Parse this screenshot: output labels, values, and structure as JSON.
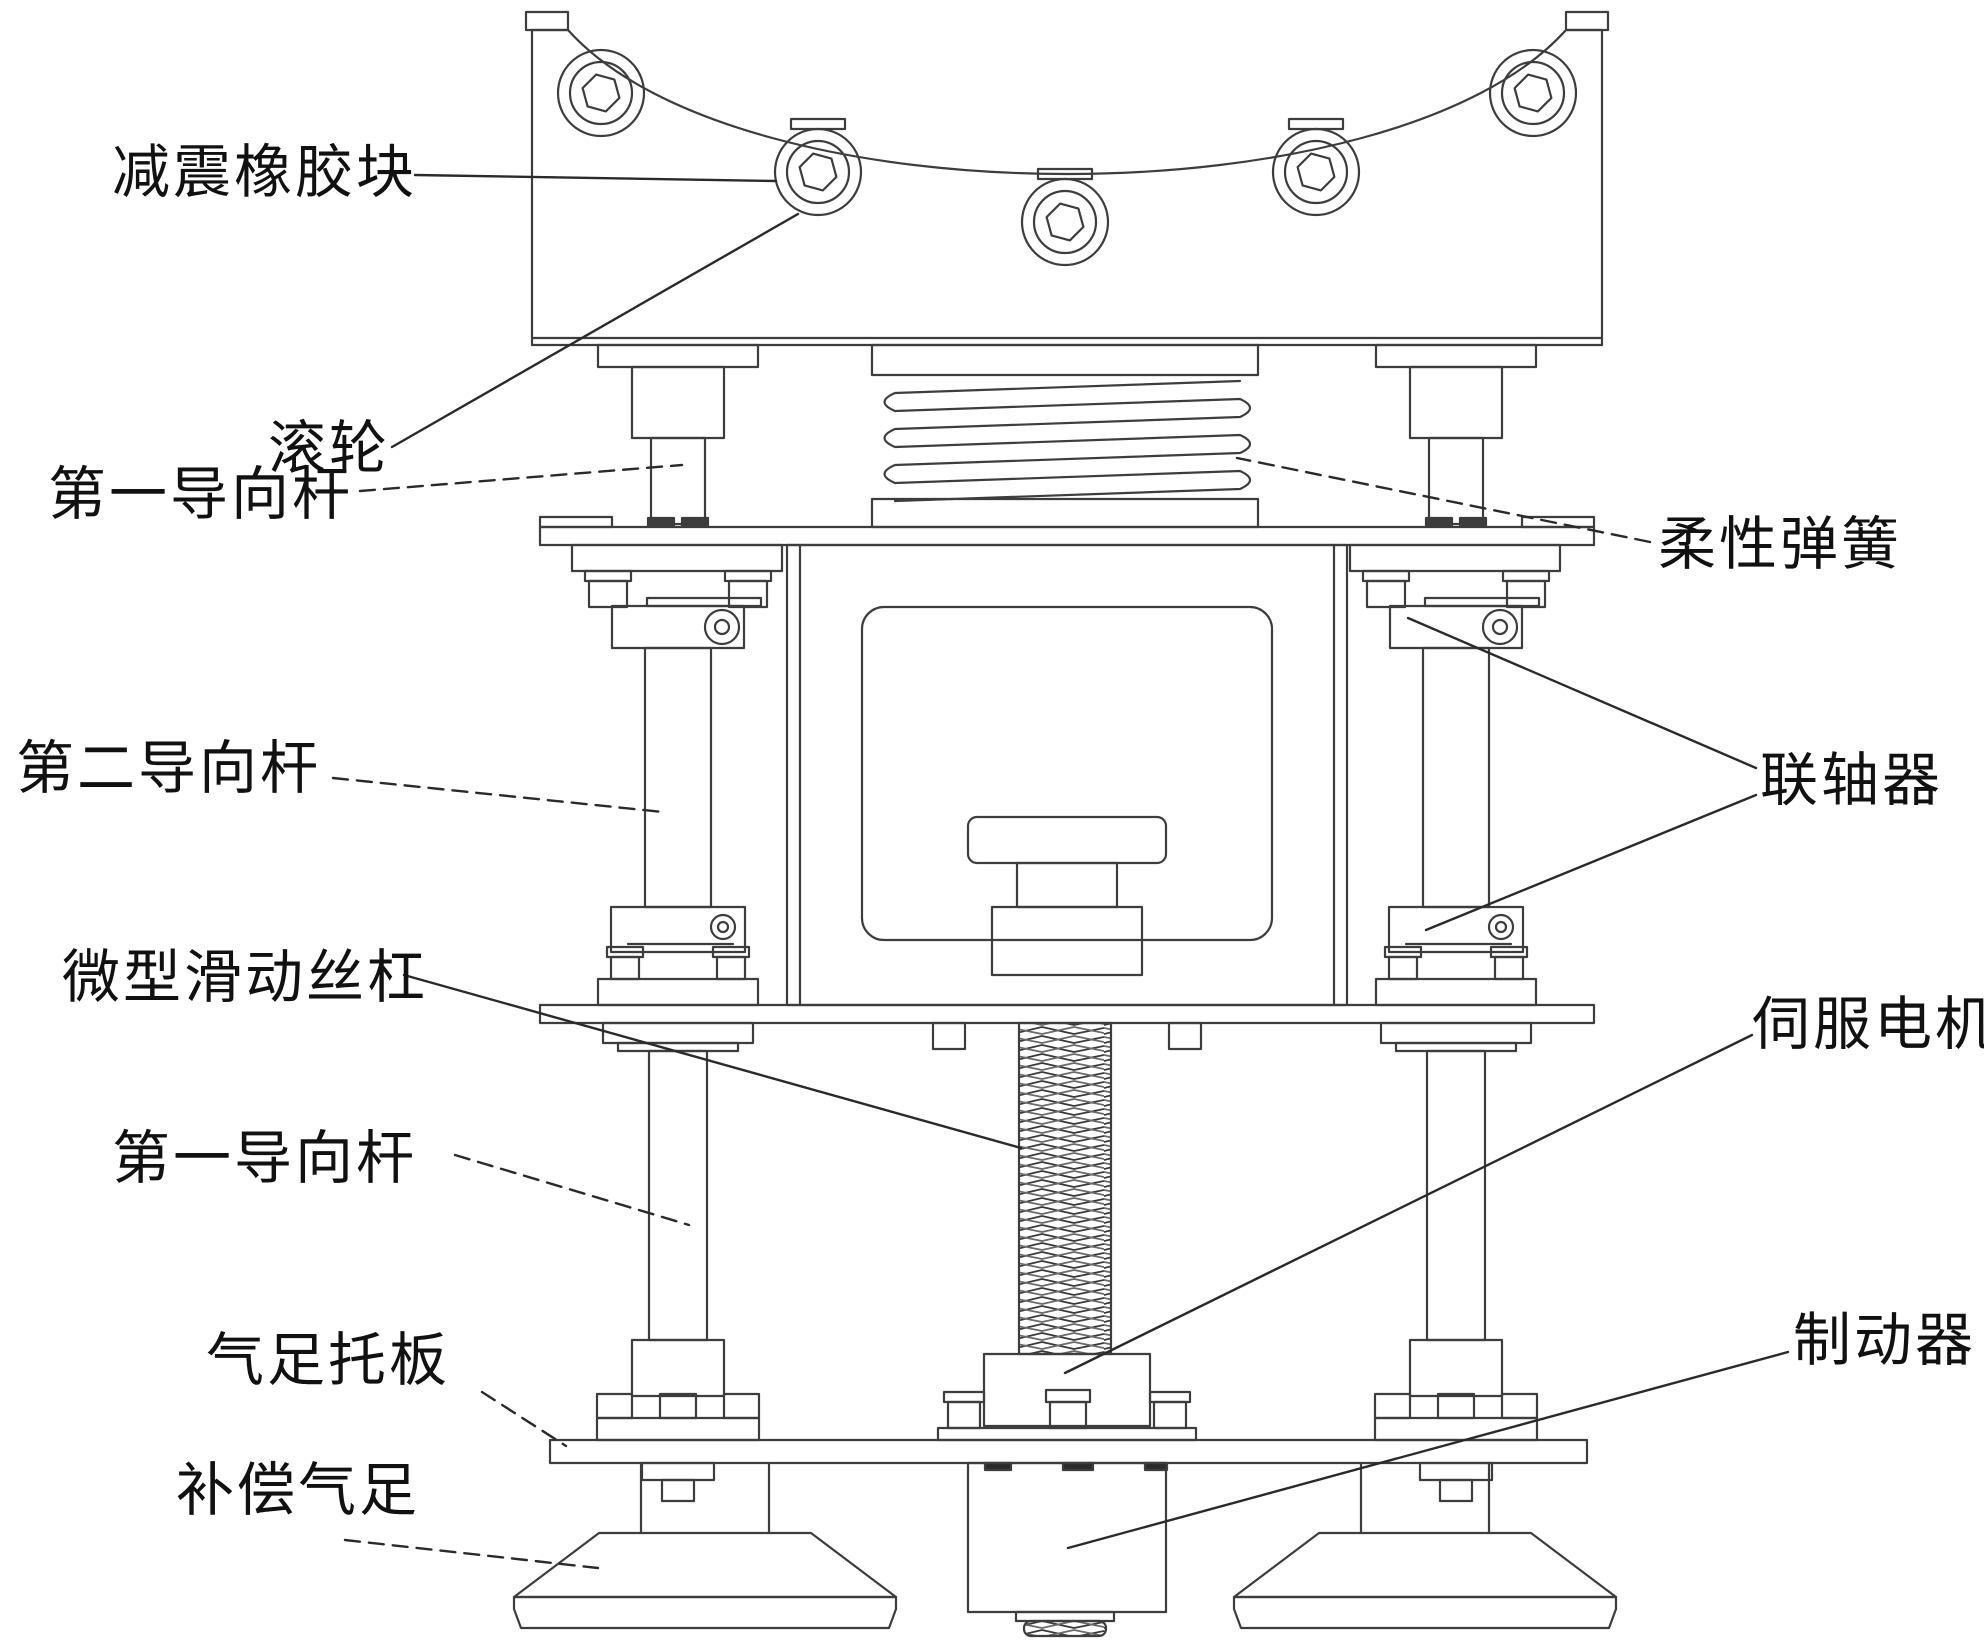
{
  "figure": {
    "background": "#ffffff",
    "line_color": "#3d3d3d",
    "label_color": "#111111"
  },
  "labels": {
    "shock_absorbing_rubber_block": {
      "text": "减震橡胶块"
    },
    "roller": {
      "text": "滚轮"
    },
    "first_guide_rod_top": {
      "text": "第一导向杆"
    },
    "flexible_spring": {
      "text": "柔性弹簧"
    },
    "second_guide_rod": {
      "text": "第二导向杆"
    },
    "coupling": {
      "text": "联轴器"
    },
    "micro_sliding_lead_screw": {
      "text": "微型滑动丝杠"
    },
    "servo_motor": {
      "text": "伺服电机"
    },
    "first_guide_rod_bottom": {
      "text": "第一导向杆"
    },
    "air_foot_support_plate": {
      "text": "气足托板"
    },
    "brake": {
      "text": "制动器"
    },
    "compensating_air_foot": {
      "text": "补偿气足"
    }
  }
}
